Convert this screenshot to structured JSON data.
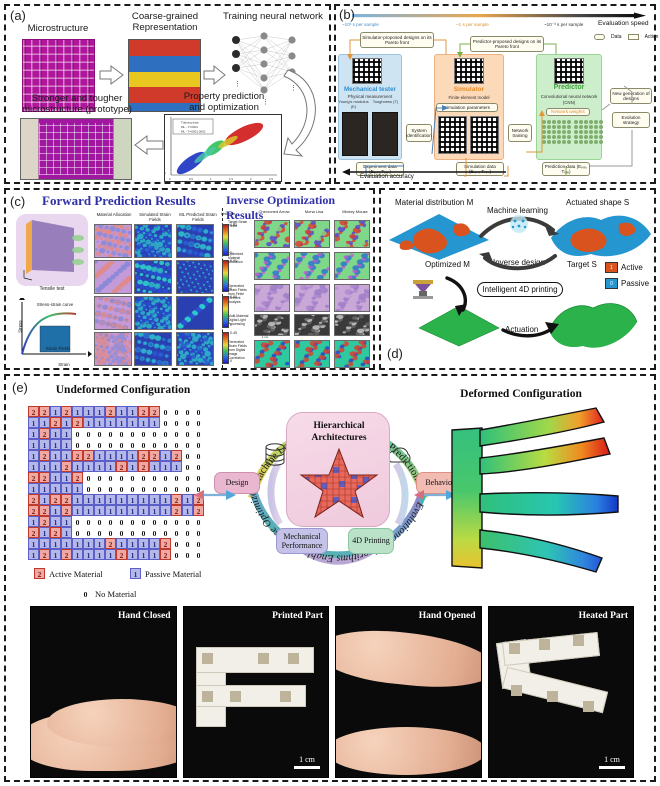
{
  "figure": {
    "panels": [
      "a",
      "b",
      "c",
      "d",
      "e"
    ]
  },
  "panel_a": {
    "label": "(a)",
    "captions": {
      "microstructure": "Microstructure",
      "coarse": "Coarse-grained\nRepresentation",
      "training": "Training neural network",
      "prototype": "Stronger and tougher\nmicrostructure (prototype)",
      "property": "Property prediction\nand optimization"
    },
    "plot": {
      "xlabel": "Toughness ratio",
      "ylabel": "Strength ratio",
      "legend": [
        "Training data",
        "ML - T=0001",
        "ML - T=0001,0002"
      ],
      "xticks": [
        "0",
        "0.5",
        "1",
        "1.5",
        "2",
        "2.5"
      ],
      "yticks": [
        "0",
        "0.5",
        "1",
        "1.5",
        "2"
      ]
    }
  },
  "panel_b": {
    "label": "(b)",
    "speed_axis": {
      "title": "Evaluation speed",
      "ticks": [
        "~10³ s per sample",
        "~1 s per sample",
        "~10⁻³ s per sample"
      ]
    },
    "accuracy_axis": "Evaluation accuracy",
    "legend": [
      {
        "label": "Data",
        "type": "rounded"
      },
      {
        "label": "Action",
        "type": "square"
      }
    ],
    "columns": [
      {
        "title": "Mechanical tester",
        "subtitle": "Physical measurement",
        "metrics": [
          "Young's modulus (E)",
          "Toughness (T)"
        ]
      },
      {
        "title": "Simulator",
        "subtitle": "Finite-element model"
      },
      {
        "title": "Predictor",
        "subtitle": "Convolutional neural network (CNN)"
      }
    ],
    "nodes": [
      "Simulator-proposed designs on its Pareto front",
      "Predictor-proposed designs on its Pareto front",
      "System identification",
      "Simulation parameters",
      "Experiment data (Eₑₓₚ, Tₑₓₚ)",
      "Simulation data (Eₛᵢₘ, Tₛᵢₘ)",
      "Network training",
      "Network weights",
      "Prediction data (Eₚᵣₑ, Tₚᵣₑ)",
      "New generation of designs",
      "Evolution strategy"
    ]
  },
  "panel_c": {
    "label": "(c)",
    "titles": {
      "forward": "Forward Prediction Results",
      "inverse": "Inverse Optimization Results"
    },
    "left_labels": {
      "tensile": "Tensile test",
      "stress_strain": "Stress-strain curve",
      "strain_fields": "Strain Fields",
      "stress_axis": "Stress",
      "strain_axis": "Strain"
    },
    "forward_columns": [
      "Material Allocation",
      "Simulated Strain Fields",
      "ML Predicted Strain Fields"
    ],
    "colorbar_unit": "Unit: mm",
    "colorbar_maxes": [
      "0.83",
      "0.90",
      "0.80",
      "0.45"
    ],
    "colorbar_min": "0",
    "inverse_columns": [
      "Chevroned Arrow",
      "Mona Lisa",
      "Mickey Mouse"
    ],
    "inverse_rows": [
      "Target Strain Fields",
      "Optimized Material Allocation",
      "Generated Strain Fields from Finite Element Analysis",
      "Multi-Material Digital Light Processing",
      "Generated Strain Fields from Digital Image Correlation"
    ],
    "dlp_scale": "1 cm"
  },
  "panel_d": {
    "label": "(d)",
    "labels": {
      "material_distribution": "Material distribution M",
      "machine_learning": "Machine learning",
      "actuated_shape": "Actuated shape S",
      "optimized_m": "Optimized M",
      "inverse_design": "Inverse design",
      "target_s": "Target S",
      "printing": "Intelligent 4D printing",
      "actuation": "Actuation"
    },
    "legend": [
      {
        "code": "1",
        "label": "Active",
        "color": "#d9531e"
      },
      {
        "code": "0",
        "label": "Passive",
        "color": "#2596d0"
      }
    ]
  },
  "panel_e": {
    "label": "(e)",
    "undeformed_title": "Undeformed Configuration",
    "deformed_title": "Deformed Configuration",
    "matrix": [
      [
        2,
        2,
        1,
        2,
        1,
        1,
        1,
        2,
        1,
        1,
        2,
        2,
        0,
        0,
        0,
        0
      ],
      [
        1,
        1,
        2,
        1,
        2,
        1,
        1,
        1,
        1,
        1,
        1,
        1,
        0,
        0,
        0,
        0
      ],
      [
        1,
        2,
        1,
        1,
        0,
        0,
        0,
        0,
        0,
        0,
        0,
        0,
        0,
        0,
        0,
        0
      ],
      [
        1,
        1,
        1,
        1,
        0,
        0,
        0,
        0,
        0,
        0,
        0,
        0,
        0,
        0,
        0,
        0
      ],
      [
        1,
        2,
        1,
        1,
        2,
        2,
        1,
        1,
        1,
        1,
        2,
        2,
        1,
        2,
        0,
        0
      ],
      [
        1,
        1,
        1,
        2,
        1,
        1,
        1,
        1,
        2,
        1,
        2,
        1,
        1,
        1,
        0,
        0
      ],
      [
        2,
        2,
        1,
        1,
        2,
        0,
        0,
        0,
        0,
        0,
        0,
        0,
        0,
        0,
        0,
        0
      ],
      [
        1,
        1,
        1,
        1,
        1,
        0,
        0,
        0,
        0,
        0,
        0,
        0,
        0,
        0,
        0,
        0
      ],
      [
        2,
        1,
        2,
        2,
        1,
        1,
        1,
        1,
        1,
        1,
        1,
        1,
        1,
        2,
        1,
        2
      ],
      [
        2,
        2,
        1,
        2,
        1,
        1,
        1,
        1,
        1,
        1,
        1,
        1,
        1,
        2,
        1,
        2
      ],
      [
        1,
        2,
        1,
        1,
        0,
        0,
        0,
        0,
        0,
        0,
        0,
        0,
        0,
        0,
        0,
        0
      ],
      [
        2,
        1,
        2,
        1,
        0,
        0,
        0,
        0,
        0,
        0,
        0,
        0,
        0,
        0,
        0,
        0
      ],
      [
        1,
        1,
        1,
        1,
        1,
        1,
        1,
        2,
        1,
        1,
        1,
        1,
        2,
        0,
        0,
        0
      ],
      [
        1,
        2,
        1,
        2,
        1,
        1,
        1,
        1,
        2,
        1,
        1,
        1,
        2,
        0,
        0,
        0
      ]
    ],
    "legend": [
      {
        "code": "2",
        "label": "Active Material"
      },
      {
        "code": "1",
        "label": "Passive Material"
      },
      {
        "code": "0",
        "label": "No Material"
      }
    ],
    "cycle": {
      "center_title": "Hierarchical\nArchitectures",
      "top_arc": "Machine Learning Enabled Forward Prediction",
      "bottom_arc": "Evolutionary Algorithms Enabled Inverse Optimization",
      "nodes": [
        "Design",
        "Behavior",
        "Mechanical Performance",
        "4D Printing"
      ]
    },
    "photos": [
      {
        "label": "Hand Closed",
        "scale": ""
      },
      {
        "label": "Printed Part",
        "scale": "1 cm"
      },
      {
        "label": "Hand Opened",
        "scale": ""
      },
      {
        "label": "Heated Part",
        "scale": "1 cm"
      }
    ]
  },
  "colors": {
    "active": "#e3584b",
    "passive": "#5b5fc7",
    "panel_c_title": "#2f2fa8",
    "mech_blue": "#2e8fd0",
    "sim_orange": "#e58b2c",
    "pred_green": "#3fa23b"
  }
}
